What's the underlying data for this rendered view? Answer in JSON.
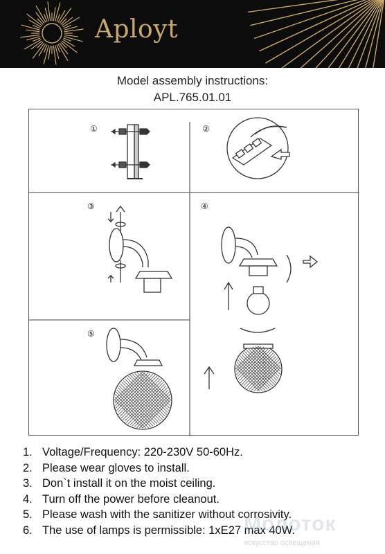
{
  "header": {
    "brand": "Aployt",
    "colors": {
      "background": "#0c0c0c",
      "gold": "#c9a86a"
    }
  },
  "document": {
    "title_line1": "Model assembly instructions:",
    "title_line2": "APL.765.01.01"
  },
  "diagram": {
    "panels": [
      {
        "number": "①",
        "content": "wall bracket with screws and dowels"
      },
      {
        "number": "②",
        "content": "terminal block wire connection"
      },
      {
        "number": "③",
        "content": "base mounting with screws"
      },
      {
        "number": "④",
        "content": "lamp bulb and glass shade installation"
      },
      {
        "number": "⑤",
        "content": "assembled sconce"
      }
    ]
  },
  "instructions": [
    {
      "num": "1.",
      "text": "Voltage/Frequency: 220-230V 50-60Hz."
    },
    {
      "num": "2.",
      "text": "Please wear gloves to install."
    },
    {
      "num": "3.",
      "text": "Don`t install it on the moist ceiling."
    },
    {
      "num": "4.",
      "text": "Turn off the power before cleanout."
    },
    {
      "num": "5.",
      "text": "Please wash with the sanitizer without corrosivity."
    },
    {
      "num": "6.",
      "text": "The use of lamps is permissible: 1xE27 max 40W."
    }
  ],
  "watermark": {
    "big": "Молоток",
    "small": "искусство освещения"
  }
}
